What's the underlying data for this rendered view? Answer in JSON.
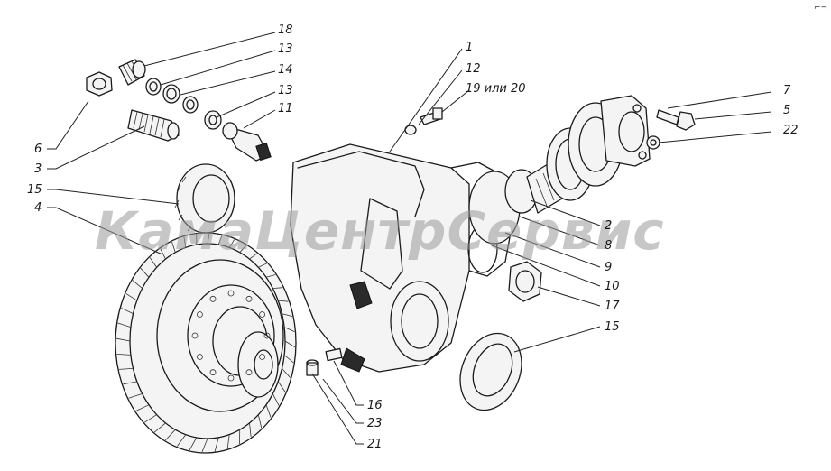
{
  "watermark": "КамаЦентрСервис",
  "corner_mark": "⌐¬",
  "callouts": [
    {
      "id": "c18",
      "text": "18"
    },
    {
      "id": "c13a",
      "text": "13"
    },
    {
      "id": "c14",
      "text": "14"
    },
    {
      "id": "c13b",
      "text": "13"
    },
    {
      "id": "c11",
      "text": "11"
    },
    {
      "id": "c6",
      "text": "6"
    },
    {
      "id": "c3",
      "text": "3"
    },
    {
      "id": "c15a",
      "text": "15"
    },
    {
      "id": "c4",
      "text": "4"
    },
    {
      "id": "c1",
      "text": "1"
    },
    {
      "id": "c12",
      "text": "12"
    },
    {
      "id": "c19",
      "text": "19 или 20"
    },
    {
      "id": "c7",
      "text": "7"
    },
    {
      "id": "c5",
      "text": "5"
    },
    {
      "id": "c22",
      "text": "22"
    },
    {
      "id": "c2",
      "text": "2"
    },
    {
      "id": "c8",
      "text": "8"
    },
    {
      "id": "c9",
      "text": "9"
    },
    {
      "id": "c10",
      "text": "10"
    },
    {
      "id": "c17",
      "text": "17"
    },
    {
      "id": "c15b",
      "text": "15"
    },
    {
      "id": "c16",
      "text": "16"
    },
    {
      "id": "c23",
      "text": "23"
    },
    {
      "id": "c21",
      "text": "21"
    }
  ]
}
